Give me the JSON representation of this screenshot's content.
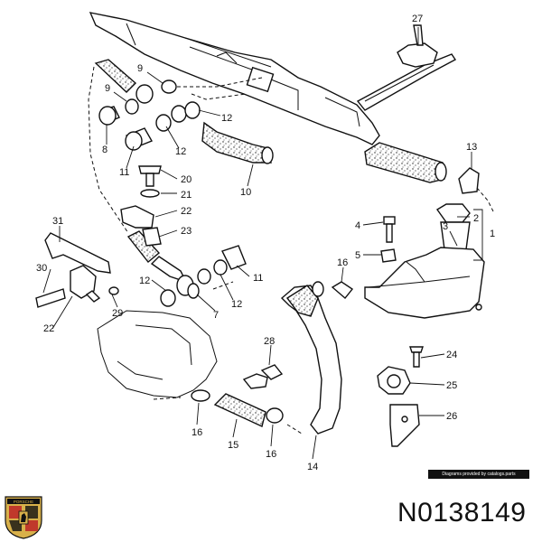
{
  "diagram": {
    "callouts": [
      {
        "id": "27",
        "text": "27"
      },
      {
        "id": "9a",
        "text": "9"
      },
      {
        "id": "9b",
        "text": "9"
      },
      {
        "id": "12a",
        "text": "12"
      },
      {
        "id": "8",
        "text": "8"
      },
      {
        "id": "12b",
        "text": "12"
      },
      {
        "id": "11a",
        "text": "11"
      },
      {
        "id": "20",
        "text": "20"
      },
      {
        "id": "21",
        "text": "21"
      },
      {
        "id": "22a",
        "text": "22"
      },
      {
        "id": "23",
        "text": "23"
      },
      {
        "id": "10",
        "text": "10"
      },
      {
        "id": "13",
        "text": "13"
      },
      {
        "id": "2",
        "text": "2"
      },
      {
        "id": "3",
        "text": "3"
      },
      {
        "id": "1",
        "text": "1"
      },
      {
        "id": "4",
        "text": "4"
      },
      {
        "id": "5",
        "text": "5"
      },
      {
        "id": "16a",
        "text": "16"
      },
      {
        "id": "31",
        "text": "31"
      },
      {
        "id": "30",
        "text": "30"
      },
      {
        "id": "22b",
        "text": "22"
      },
      {
        "id": "29",
        "text": "29"
      },
      {
        "id": "12c",
        "text": "12"
      },
      {
        "id": "12d",
        "text": "12"
      },
      {
        "id": "11b",
        "text": "11"
      },
      {
        "id": "7",
        "text": "7"
      },
      {
        "id": "28",
        "text": "28"
      },
      {
        "id": "24",
        "text": "24"
      },
      {
        "id": "25",
        "text": "25"
      },
      {
        "id": "26",
        "text": "26"
      },
      {
        "id": "16b",
        "text": "16"
      },
      {
        "id": "15",
        "text": "15"
      },
      {
        "id": "16c",
        "text": "16"
      },
      {
        "id": "14",
        "text": "14"
      }
    ]
  },
  "credit": "Diagrams provided by catalogs.parts",
  "part_number": "N0138149",
  "logo": {
    "text": "PORSCHE",
    "colors": {
      "gold": "#d8b04a",
      "red": "#c0392b",
      "black": "#111111"
    }
  }
}
